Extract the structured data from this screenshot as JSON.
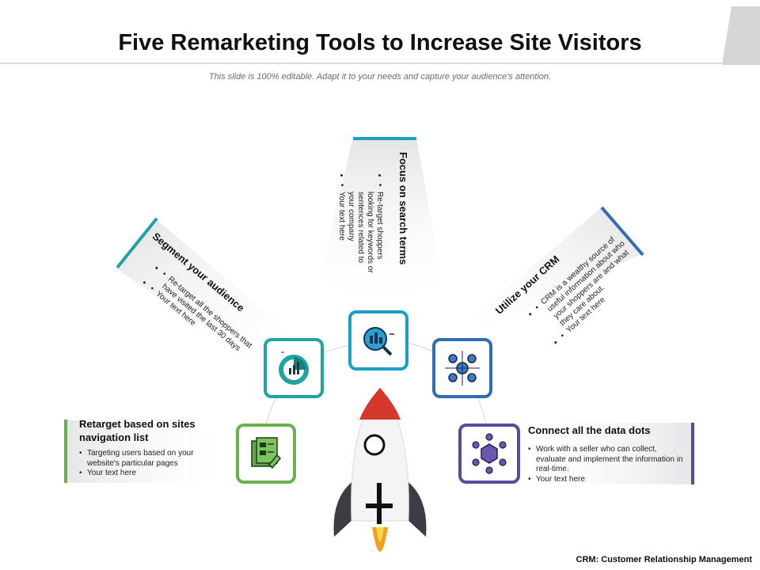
{
  "title": "Five Remarketing Tools to Increase Site Visitors",
  "subtitle": "This slide is 100% editable. Adapt it to your needs and capture your audience's attention.",
  "footnote": "CRM: Customer Relationship Management",
  "colors": {
    "green": "#6ab04c",
    "teal": "#1fa3a3",
    "cyan": "#1aa0c4",
    "blue": "#2f6db5",
    "purple": "#5b4a9b",
    "rocket_red": "#d4372b",
    "rocket_dark": "#3c3c44"
  },
  "tools": [
    {
      "title": "Retarget based on sites navigation list",
      "bullets": [
        "Targeting users based on your website's particular pages",
        "Your text here"
      ],
      "icon": "website-analysis-icon"
    },
    {
      "title": "Segment your audience",
      "bullets": [
        "Re-target all the shoppers that have visited the last 30 days",
        "Your text here"
      ],
      "icon": "pie-chart-icon"
    },
    {
      "title": "Focus on search terms",
      "bullets": [
        "Re-target shoppers looking for keywords or sentences related to your company",
        "Your text here"
      ],
      "icon": "search-chart-icon"
    },
    {
      "title": "Utilize your CRM",
      "bullets": [
        "CRM is a wealthy source of useful information about who your shoppers are and what they care about.",
        "Your text here"
      ],
      "icon": "user-network-icon"
    },
    {
      "title": "Connect all the data dots",
      "bullets": [
        "Work with a seller who can collect, evaluate and implement the information in real-time.",
        "Your text here"
      ],
      "icon": "hexagon-network-icon"
    }
  ]
}
